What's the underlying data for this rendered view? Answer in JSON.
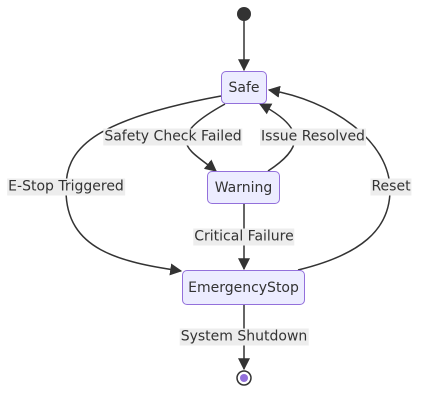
{
  "diagram": {
    "type": "state",
    "states": {
      "safe": "Safe",
      "warning": "Warning",
      "emergency_stop": "EmergencyStop"
    },
    "transitions": {
      "safety_check_failed": "Safety Check Failed",
      "issue_resolved": "Issue Resolved",
      "estop_triggered": "E-Stop Triggered",
      "reset": "Reset",
      "critical_failure": "Critical Failure",
      "system_shutdown": "System Shutdown"
    },
    "colors": {
      "node_fill": "#ececff",
      "node_border": "#9370db",
      "edge": "#333333",
      "label_bg": "#ededed",
      "start": "#333333",
      "end_fill": "#9370db"
    }
  }
}
